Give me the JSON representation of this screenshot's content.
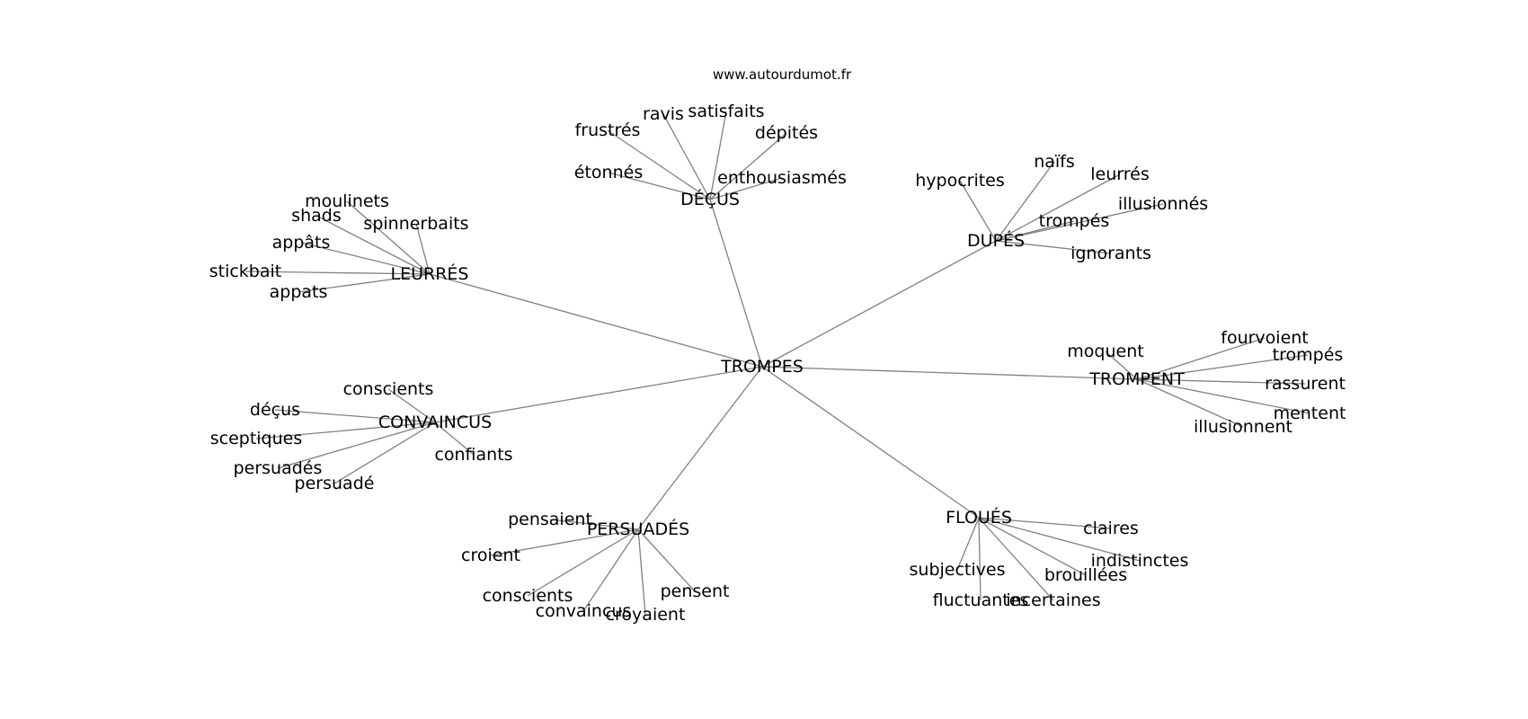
{
  "source_text": "www.autourdumot.fr",
  "center": "TROMPES",
  "branches": [
    {
      "key": "leurres",
      "label": "LEURRÉS",
      "words": [
        "moulinets",
        "shads",
        "appâts",
        "stickbait",
        "appats",
        "spinnerbaits"
      ]
    },
    {
      "key": "decus",
      "label": "DÉÇUS",
      "words": [
        "frustrés",
        "ravis",
        "satisfaits",
        "dépités",
        "étonnés",
        "enthousiasmés"
      ]
    },
    {
      "key": "dupes",
      "label": "DUPÉS",
      "words": [
        "hypocrites",
        "naïfs",
        "leurrés",
        "illusionnés",
        "trompés",
        "ignorants"
      ]
    },
    {
      "key": "trompent",
      "label": "TROMPENT",
      "words": [
        "moquent",
        "fourvoient",
        "trompés",
        "rassurent",
        "mentent",
        "illusionnent"
      ]
    },
    {
      "key": "convaincus",
      "label": "CONVAINCUS",
      "words": [
        "conscients",
        "déçus",
        "sceptiques",
        "confiants",
        "persuadés",
        "persuadé"
      ]
    },
    {
      "key": "persuades",
      "label": "PERSUADÉS",
      "words": [
        "pensaient",
        "croient",
        "conscients",
        "pensent",
        "convaincus",
        "croyaient"
      ]
    },
    {
      "key": "floues",
      "label": "FLOUÉS",
      "words": [
        "claires",
        "indistinctes",
        "subjectives",
        "brouillées",
        "fluctuantes",
        "incertaines"
      ]
    }
  ]
}
